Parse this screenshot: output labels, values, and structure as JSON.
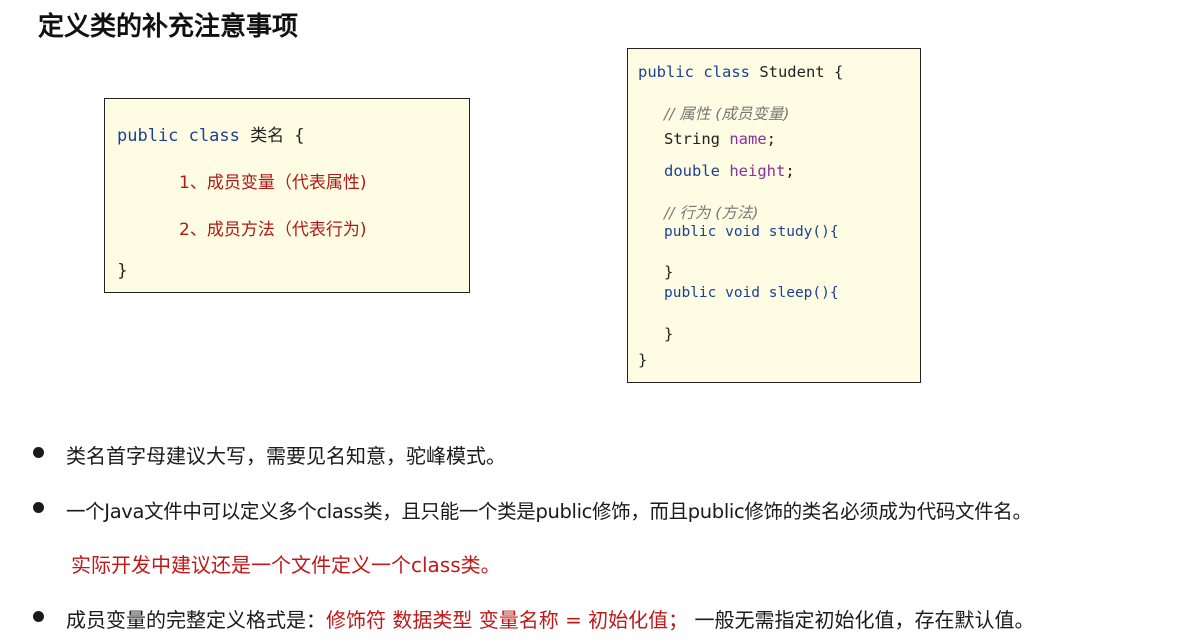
{
  "title": "定义类的补充注意事项",
  "syntax_box": {
    "line1_kw": "public class",
    "line1_rest": " 类名 {",
    "item1": "1、成员变量（代表属性)",
    "item2": "2、成员方法（代表行为)",
    "close": "}"
  },
  "code_box": {
    "l1_kw": "public class",
    "l1_rest": " Student {",
    "c1": "// 属性 (成员变量)",
    "l2_type": "String",
    "l2_name": "name",
    "l2_end": ";",
    "l3_type": "double",
    "l3_name": "height",
    "l3_end": ";",
    "c2": "// 行为 (方法)",
    "l4": "public void study(){",
    "l5": "}",
    "l6": "public void sleep(){",
    "l7": "}",
    "l8": "}"
  },
  "points": [
    {
      "text": "类名首字母建议大写，需要见名知意，驼峰模式。"
    },
    {
      "text": "一个Java文件中可以定义多个class类，且只能一个类是public修饰，而且public修饰的类名必须成为代码文件名。"
    },
    {
      "note": "实际开发中建议还是一个文件定义一个class类。"
    },
    {
      "prefix": "成员变量的完整定义格式是：",
      "highlight": "修饰符 数据类型 变量名称 = 初始化值；",
      "suffix": " 一般无需指定初始化值，存在默认值。"
    }
  ]
}
